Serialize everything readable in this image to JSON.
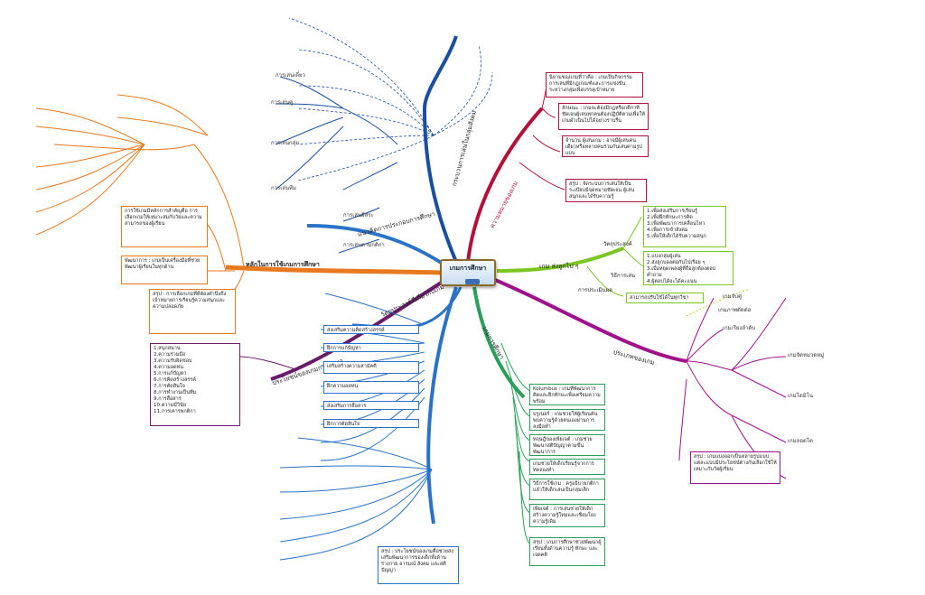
{
  "center": {
    "title": "เกมการศึกษา"
  },
  "branches": {
    "meaning": {
      "label": "ความหมายของเกม",
      "color": "#b5103c"
    },
    "types": {
      "label": "เกม ส่งลูกไป ๆ",
      "color": "#7bc623"
    },
    "kinds": {
      "label": "ประเภทของเกม",
      "color": "#a0118c"
    },
    "edu": {
      "label": "เกมการศึกษา",
      "color": "#2aa05a"
    },
    "concept": {
      "label": "แนวคิดการประกอบการศึกษา",
      "color": "#2a73c8"
    },
    "principles": {
      "label": "หลักในการใช้เกมการศึกษา",
      "color": "#e8791e"
    },
    "process": {
      "label": "กระบวนการเล่นในกลุ่มสังคม",
      "color": "#1a4fa0"
    },
    "purpose": {
      "label": "ประโยชน์ของเกมการศึกษา",
      "color": "#6a1b6a"
    },
    "adv": {
      "label": "วัตถุประสงค์ที่เกี่ยวกับเกม",
      "color": "#2a3a9a"
    }
  },
  "right_boxes": [
    "นิยามของเกมที่ว่าคือ : เกมเป็นกิจกรรมการเล่นที่มีกฎเกณฑ์และการแข่งขันระหว่างกลุ่มเพื่อบรรลุเป้าหมาย",
    "ลักษณะ : เกมจะต้องมีกฎหรือกติกาที่ชัดเจนผู้เล่นทุกคนต้องปฏิบัติตามเพื่อให้เกมดำเนินไปได้อย่างราบรื่น",
    "จำนวน ผู้เล่นเกม : อาจมีผู้เล่นคนเดียวหรือหลายคนร่วมกันเล่นตามรูปแบบ",
    "สรุป : จัดระบบการเล่นให้เป็นระเบียบมีจุดหมายชัดเจน ผู้เล่นสนุกและได้รับความรู้"
  ],
  "type_items": [
    "1.เพื่อส่งเสริมการเรียนรู้",
    "2.เพื่อฝึกทักษะการคิด",
    "3.เพื่อพัฒนาการเคลื่อนไหว",
    "4.เพื่อการเข้าสังคม",
    "5.เพื่อให้เด็กได้รับความสนุก"
  ],
  "type_rules": [
    "1.แบ่งกลุ่มผู้เล่น",
    "2.ส่งลูกบอลต่อกันไปเรื่อย ๆ",
    "3.เมื่อหยุดเพลงผู้ที่ถือลูกต้องตอบคำถาม",
    "4.ผู้ตอบได้จะได้คะแนน"
  ],
  "type_labels": {
    "obj": "วัตถุประสงค์",
    "how": "วิธีการเล่น",
    "eval": "การประเมินผล",
    "note": "สามารถปรับใช้ได้ในทุกวิชา"
  },
  "kinds_items": [
    "เกมจับคู่",
    "เกมภาพตัดต่อ",
    "เกมเรียงลำดับ",
    "เกมจัดหมวดหมู่",
    "เกมโดมิโน",
    "เกมลอตโต"
  ],
  "kinds_summary": "สรุป : เกมแบ่งออกเป็นหลายรูปแบบแต่ละแบบมีประโยชน์ต่างกันเลือกใช้ให้เหมาะกับวัยผู้เรียน",
  "edu_boxes": [
    "Kolumbus : เกมที่พัฒนาการคิดและฝึกทักษะเพื่อเตรียมความพร้อม",
    "บรูเนอร์ : เกมช่วยให้ผู้เรียนค้นพบความรู้ด้วยตนเองผ่านการลงมือทำ",
    "ทฤษฎีของเพียเจต์ : เกมช่วยพัฒนาสติปัญญาตามขั้นพัฒนาการ",
    "เกมช่วยให้เด็กเรียนรู้จากการทดลองทำ",
    "วิธีการใช้เกม : ครูอธิบายกติกาแล้วให้เด็กเล่นเป็นกลุ่มเล็ก",
    "เพียเจต์ : การเล่นช่วยให้เด็กสร้างความรู้ใหม่และเชื่อมโยงความรู้เดิม",
    "สรุป : เกมการศึกษาช่วยพัฒนาผู้เรียนทั้งด้านความรู้ ทักษะ และเจตคติ"
  ],
  "left_boxes": [
    "การใช้เกมมีหลักการสำคัญคือ การเลือกเกมให้เหมาะสมกับวัยและความสามารถของผู้เรียน",
    "พัฒนาการ : เกมเป็นเครื่องมือที่ช่วยพัฒนาผู้เรียนในทุกด้าน",
    "สรุป : การเลือกเกมที่ดีต้องคำนึงถึงเป้าหมายการเรียนรู้ความสนุกและความปลอดภัย"
  ],
  "left_list": [
    "1.สนุกสนาน",
    "2.ความร่วมมือ",
    "3.ความรับผิดชอบ",
    "4.ความอดทน",
    "5.การแก้ปัญหา",
    "6.การคิดสร้างสรรค์",
    "7.การตัดสินใจ",
    "8.การทำงานเป็นทีม",
    "9.การสื่อสาร",
    "10.ความมีวินัย",
    "11.การเคารพกติกา"
  ],
  "bottom_box": "สรุป : ประโยชน์ของเกมคือช่วยส่งเสริมพัฒนาการของเด็กทั้งด้านร่างกาย อารมณ์ สังคม และสติปัญญา",
  "sub_left": [
    "ส่งเสริมความคิดสร้างสรรค์",
    "ฝึกการแก้ปัญหา",
    "เสริมสร้างความสามัคคี",
    "ฝึกความอดทน",
    "ส่งเสริมการสื่อสาร",
    "ฝึกการตัดสินใจ"
  ],
  "top_sub": [
    "การเล่นเดี่ยว",
    "การเล่นคู่",
    "การเล่นกลุ่ม",
    "การเล่นทีม",
    "การเล่นอิสระ",
    "การเล่นตามกติกา"
  ]
}
